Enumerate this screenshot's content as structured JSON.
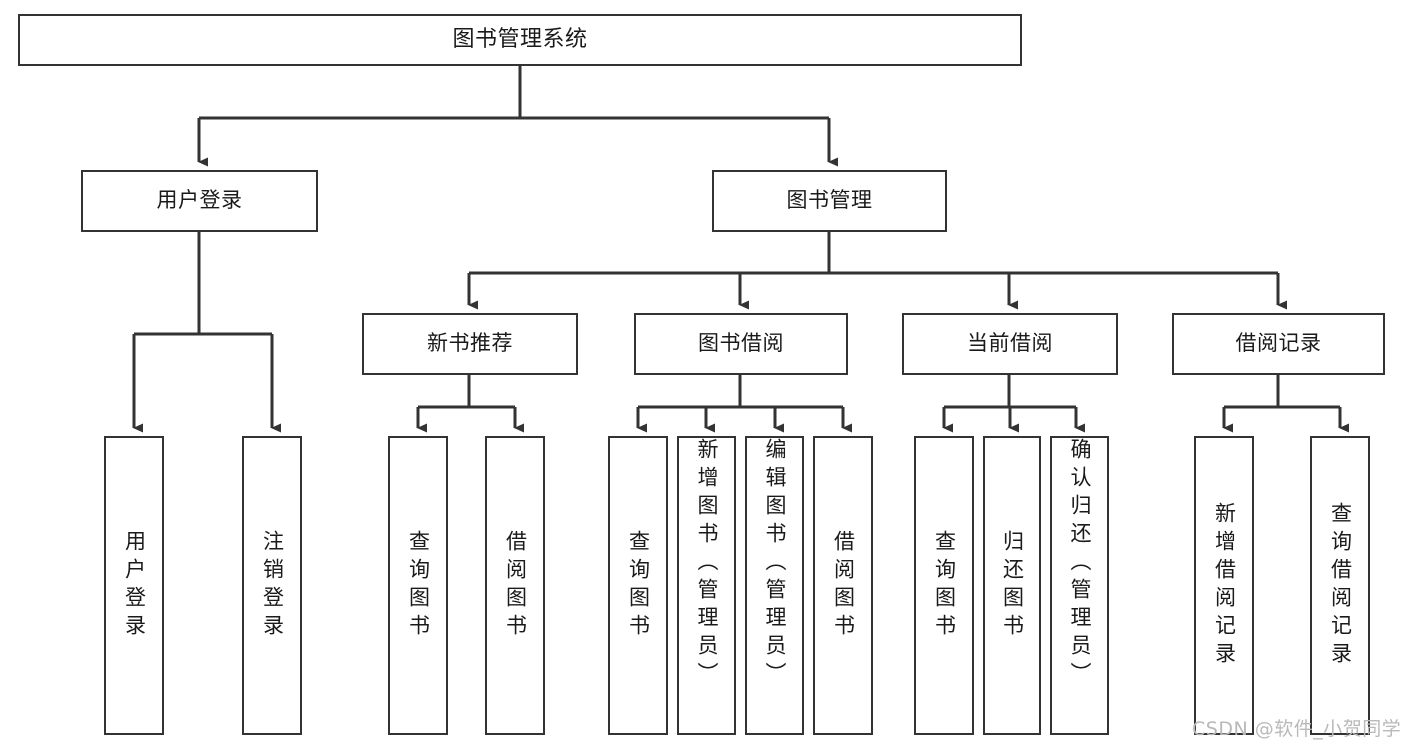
{
  "diagram": {
    "type": "tree-hierarchy",
    "title": "图书管理系统",
    "colors": {
      "background": "#ffffff",
      "box_border": "#333333",
      "box_fill": "#ffffff",
      "edge": "#333333",
      "text": "#1a1a1a",
      "watermark": "#b9b9b9"
    },
    "root": {
      "label": "图书管理系统"
    },
    "level2": [
      {
        "id": "user-login",
        "label": "用户登录"
      },
      {
        "id": "book-management",
        "label": "图书管理"
      }
    ],
    "level3": [
      {
        "id": "new-book-recommend",
        "label": "新书推荐"
      },
      {
        "id": "book-borrow",
        "label": "图书借阅"
      },
      {
        "id": "current-borrow",
        "label": "当前借阅"
      },
      {
        "id": "borrow-record",
        "label": "借阅记录"
      }
    ],
    "leaves": {
      "user_login": [
        {
          "id": "leaf-user-login",
          "label": "用户登录"
        },
        {
          "id": "leaf-logout-login",
          "label": "注销登录"
        }
      ],
      "new_book_recommend": [
        {
          "id": "leaf-query-book-1",
          "label": "查询图书"
        },
        {
          "id": "leaf-borrow-book-1",
          "label": "借阅图书"
        }
      ],
      "book_borrow": [
        {
          "id": "leaf-query-book-2",
          "label": "查询图书"
        },
        {
          "id": "leaf-add-book",
          "label": "新增图书（管理员）"
        },
        {
          "id": "leaf-edit-book",
          "label": "编辑图书（管理员）"
        },
        {
          "id": "leaf-borrow-book-2",
          "label": "借阅图书"
        }
      ],
      "current_borrow": [
        {
          "id": "leaf-query-book-3",
          "label": "查询图书"
        },
        {
          "id": "leaf-return-book",
          "label": "归还图书"
        },
        {
          "id": "leaf-confirm-return",
          "label": "确认归还（管理员）"
        }
      ],
      "borrow_record": [
        {
          "id": "leaf-add-record",
          "label": "新增借阅记录"
        },
        {
          "id": "leaf-query-record",
          "label": "查询借阅记录"
        }
      ]
    },
    "watermark": {
      "text": "CSDN @软件_小贺同学"
    }
  }
}
